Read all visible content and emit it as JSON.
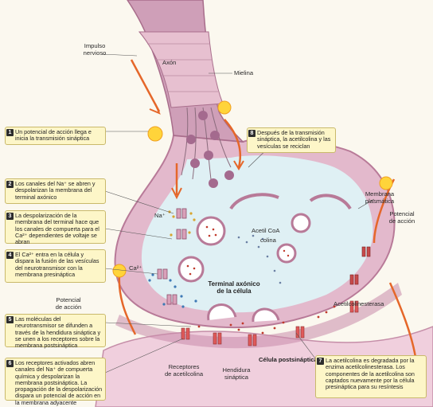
{
  "labels": {
    "impulso": "Impulso\nnervioso",
    "axon": "Axón",
    "mielina": "Mielina",
    "membrana_plasmatica": "Membrana\nplasmática",
    "potencial_accion_right": "Potencial\nde acción",
    "potencial_accion_left": "Potencial\nde acción",
    "na": "Na⁺",
    "ca": "Ca²⁺",
    "acetil_coa": "Acetil CoA",
    "colina": "colina",
    "terminal": "Terminal axónico\nde la célula",
    "acetilcolinesterasa": "Acetilcolinesterasa",
    "receptores": "Receptores\nde acetilcolina",
    "hendidura": "Hendidura\nsináptica",
    "celula_post": "Célula postsináptica"
  },
  "steps": [
    {
      "num": "1",
      "text": "Un potencial de acción llega e inicia la transmisión sináptica"
    },
    {
      "num": "2",
      "text": "Los canales del Na⁺ se abren y despolarizan la membrana del terminal axónico"
    },
    {
      "num": "3",
      "text": "La despolarización de la membrana del terminal hace que los canales de compuerta para el Ca²⁺ dependientes de voltaje se abran"
    },
    {
      "num": "4",
      "text": "El Ca²⁺ entra en la célula y dispara la fusión de las vesículas del neurotransmisor con la membrana presináptica"
    },
    {
      "num": "5",
      "text": "Las moléculas del neurotransmisor se difunden a través de la hendidura sináptica y se unen a los receptores sobre la membrana postsináptica"
    },
    {
      "num": "6",
      "text": "Los receptores activados abren canales del Na⁺ de compuerta química y despolarizan la membrana postsináptica. La propagación de la despolarización dispara un potencial de acción en la membrana adyacente"
    },
    {
      "num": "7",
      "text": "La acetilcolina es degradada por la enzima acetilcolinesterasa. Los componentes de la acetilcolina son captados nuevamente por la célula presináptica para su resíntesis"
    },
    {
      "num": "8",
      "text": "Después de la transmisión sináptica, la acetilcolina y las vesículas se reciclan"
    }
  ],
  "colors": {
    "background": "#fbf8ef",
    "cell": "#e7c3d3",
    "cell_edge": "#b87a98",
    "axon": "#cf9fb8",
    "cytoplasm": "#dff0f4",
    "cleft": "#c98aa9",
    "post_cell": "#f0cfdd",
    "arrow": "#e5672a",
    "spark": "#ffd43a",
    "box": "#fdf6c8"
  }
}
